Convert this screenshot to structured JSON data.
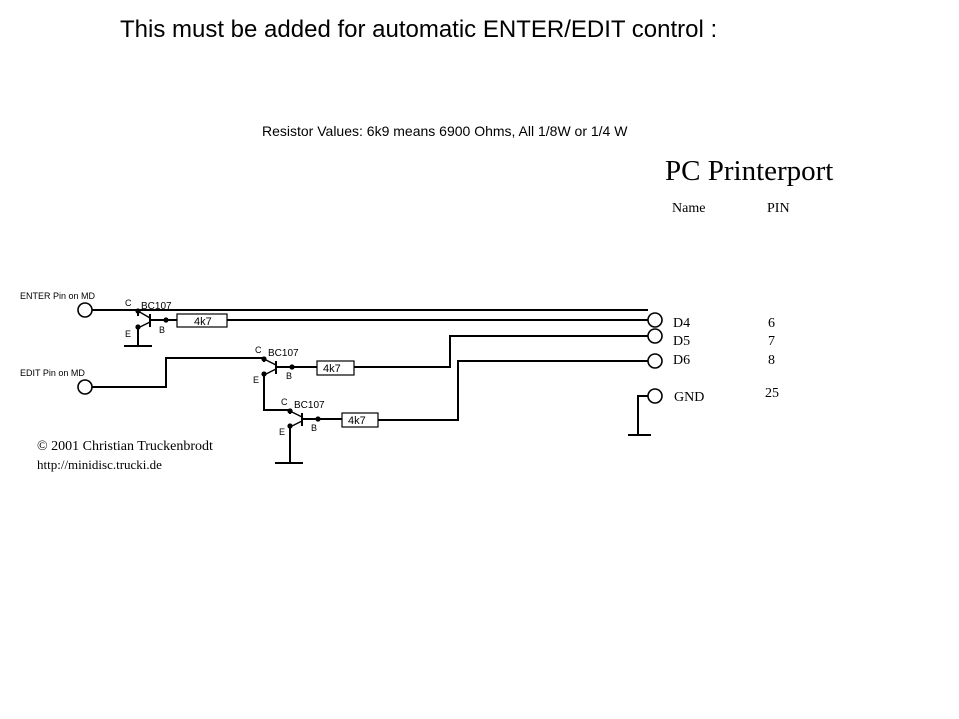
{
  "header": {
    "title": "This must be added for automatic ENTER/EDIT control :",
    "resistor_note": "Resistor Values: 6k9 means 6900 Ohms, All 1/8W or 1/4 W"
  },
  "printerport": {
    "title": "PC Printerport",
    "col_name": "Name",
    "col_pin": "PIN",
    "rows": [
      {
        "name": "D4",
        "pin": "6"
      },
      {
        "name": "D5",
        "pin": "7"
      },
      {
        "name": "D6",
        "pin": "8"
      },
      {
        "name": "GND",
        "pin": "25"
      }
    ]
  },
  "inputs": {
    "enter_label": "ENTER Pin on MD",
    "edit_label": "EDIT Pin on MD"
  },
  "transistors": [
    {
      "type": "BC107",
      "c": "C",
      "b": "B",
      "e": "E",
      "resistor": "4k7"
    },
    {
      "type": "BC107",
      "c": "C",
      "b": "B",
      "e": "E",
      "resistor": "4k7"
    },
    {
      "type": "BC107",
      "c": "C",
      "b": "B",
      "e": "E",
      "resistor": "4k7"
    }
  ],
  "credits": {
    "copyright": "© 2001 Christian Truckenbrodt",
    "url": "http://minidisc.trucki.de"
  }
}
